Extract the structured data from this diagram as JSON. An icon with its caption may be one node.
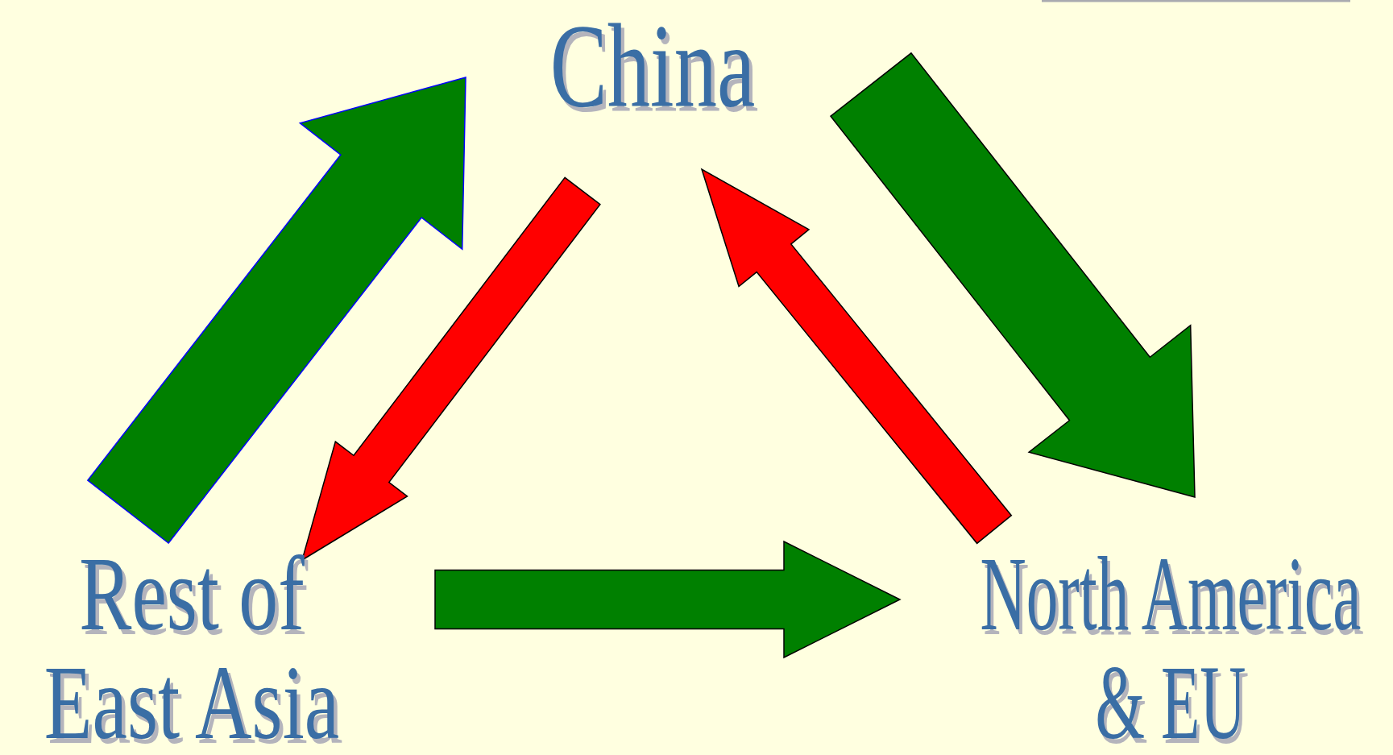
{
  "diagram": {
    "nodes": [
      {
        "text": [
          "China"
        ]
      },
      {
        "text": [
          "Rest of East Asia"
        ]
      },
      {
        "text": [
          "North America & EU"
        ]
      }
    ],
    "edges": [
      {
        "from": 1,
        "to": 0,
        "arrow": "to",
        "style": "thick"
      },
      {
        "from": 0,
        "to": 1,
        "arrow": "to",
        "color": "#ff0000"
      },
      {
        "from": 0,
        "to": 2,
        "arrow": "to",
        "style": "thick"
      },
      {
        "from": 2,
        "to": 0,
        "arrow": "to",
        "color": "#ff0000"
      },
      {
        "from": 1,
        "to": 2,
        "arrow": "to",
        "style": "thick"
      }
    ]
  }
}
